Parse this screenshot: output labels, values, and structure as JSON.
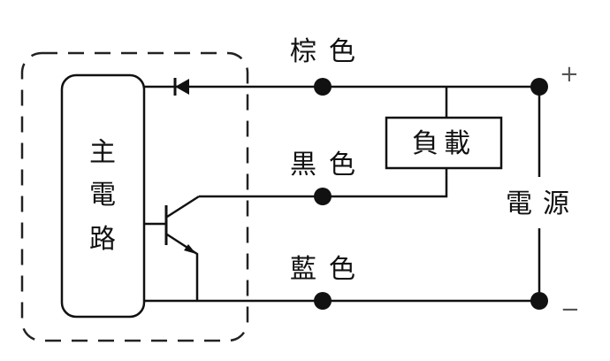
{
  "labels": {
    "brown": "棕色",
    "black": "黒色",
    "blue": "藍色",
    "load": "負載",
    "power": "電源",
    "main_circuit": [
      "主",
      "電",
      "路"
    ],
    "plus": "+",
    "minus": "−"
  }
}
